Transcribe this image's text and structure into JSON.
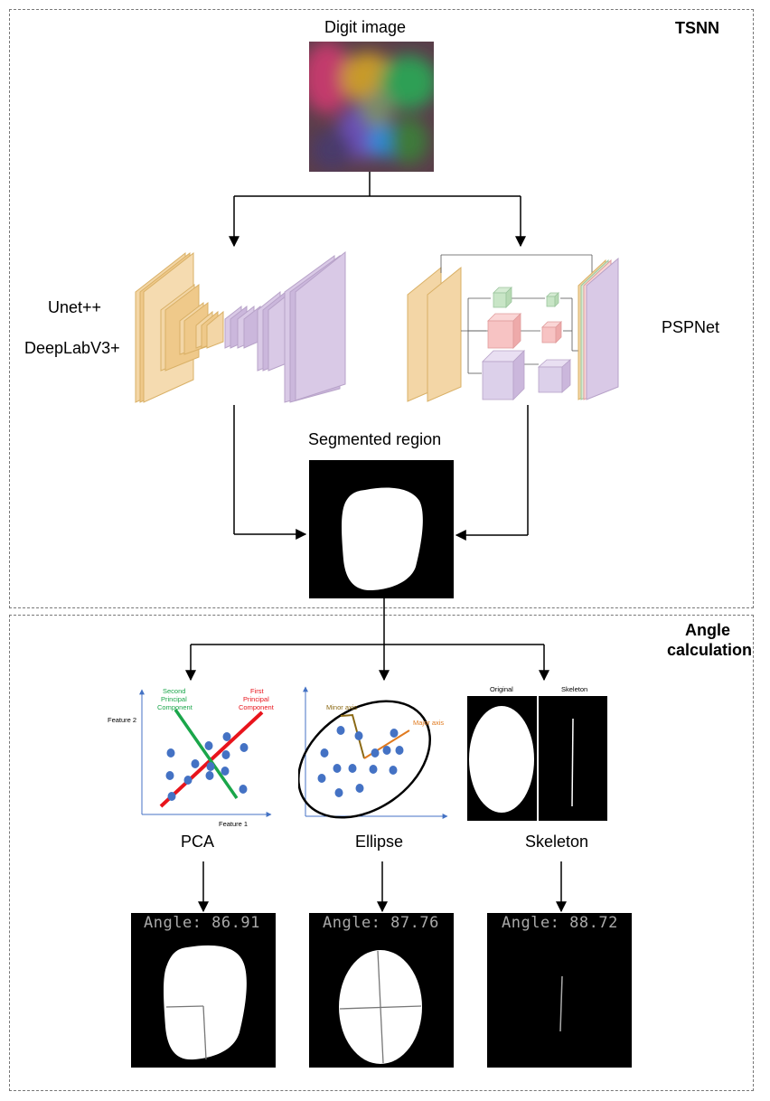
{
  "tsnn": {
    "label": "TSNN",
    "input_label": "Digit image",
    "left_models": [
      "Unet++",
      "DeepLabV3+"
    ],
    "right_model": "PSPNet",
    "output_label": "Segmented region"
  },
  "angle_calc": {
    "label_line1": "Angle",
    "label_line2": "calculation",
    "methods": [
      {
        "name": "PCA",
        "result": "Angle: 86.91"
      },
      {
        "name": "Ellipse",
        "result": "Angle: 87.76"
      },
      {
        "name": "Skeleton",
        "result": "Angle: 88.72"
      }
    ],
    "pca_plot": {
      "feature_x": "Feature 1",
      "feature_y": "Feature 2",
      "second_pc": [
        "Second",
        "Principal",
        "Component"
      ],
      "first_pc": [
        "First",
        "Principal",
        "Component"
      ],
      "second_pc_color": "#1aa64a",
      "first_pc_color": "#e8141c",
      "point_color": "#4472c4"
    },
    "ellipse_plot": {
      "minor_axis": "Minor axis",
      "major_axis": "Major axis",
      "minor_color": "#8b6914",
      "major_color": "#e07a1f"
    },
    "skeleton_plot": {
      "original": "Original",
      "skeleton": "Skeleton"
    }
  }
}
